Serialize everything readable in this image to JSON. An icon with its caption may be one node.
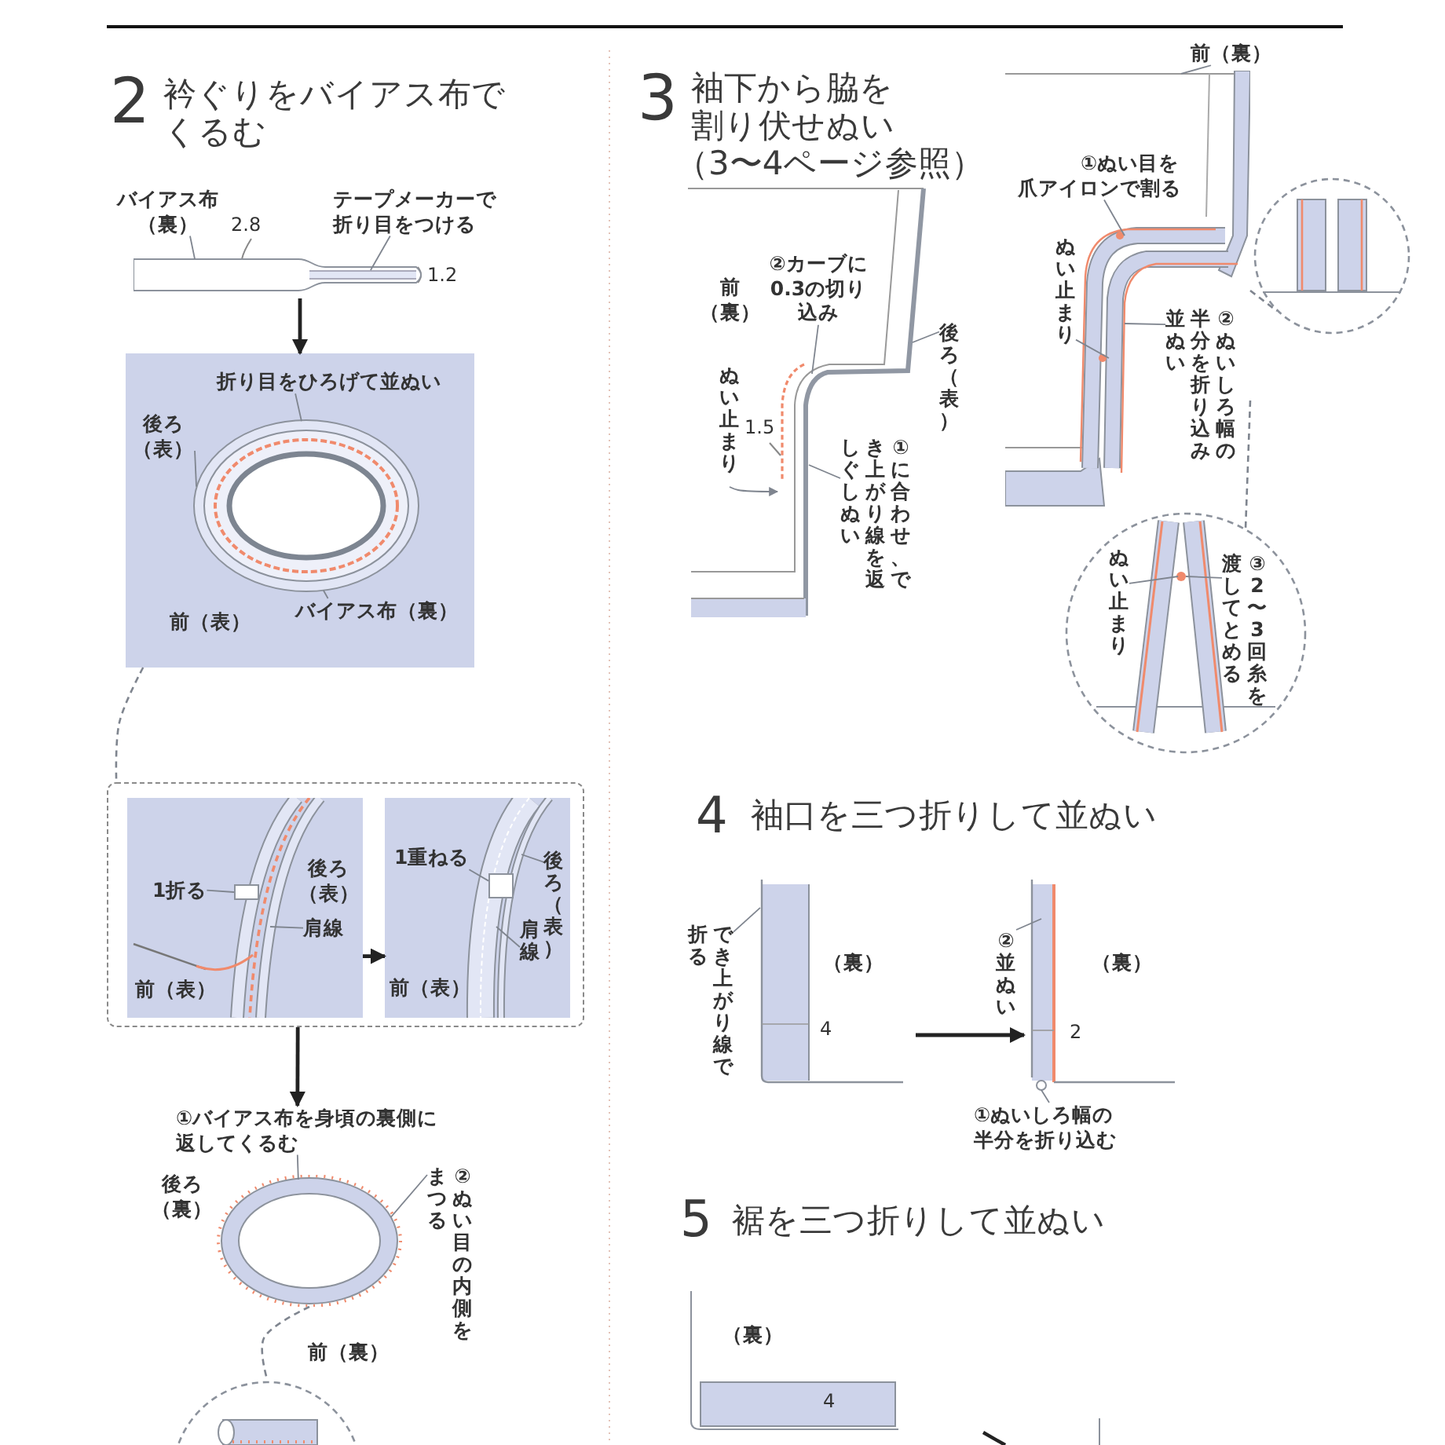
{
  "diagram": {
    "nodes": [
      {
        "text": [],
        "shape": "picture"
      },
      {
        "text": [
          "バイアス布（裏）"
        ]
      },
      {
        "text": [
          "テープメーカーで折り目をつける"
        ]
      },
      {
        "text": [],
        "shape": "picture"
      },
      {
        "text": [
          "折り目をひろげて並ぬい"
        ],
        "in": 3
      },
      {
        "text": [
          "後ろ（表）"
        ],
        "in": 3
      },
      {
        "text": [
          "バイアス布（裏）"
        ],
        "in": 3
      },
      {
        "text": [],
        "shape": "box"
      },
      {
        "text": [],
        "shape": "picture",
        "in": 7
      },
      {
        "text": [],
        "shape": "picture",
        "in": 7
      },
      {
        "text": [
          "1折る"
        ],
        "in": 8
      },
      {
        "text": [
          "肩線"
        ],
        "in": 8
      },
      {
        "text": [
          "1重ねる"
        ],
        "in": 9
      },
      {
        "text": [
          "後ろ（表）"
        ],
        "in": 9
      },
      {
        "text": [
          "肩線"
        ],
        "in": 9
      },
      {
        "text": [],
        "shape": "picture"
      },
      {
        "text": [
          "①バイアス布を身頃の裏側に返してくるむ"
        ]
      },
      {
        "text": [
          "②ぬい目の内側をまつる"
        ]
      },
      {
        "text": [],
        "shape": "circle"
      },
      {
        "text": [
          "②カーブに0.3の切り込み"
        ]
      },
      {
        "text": [
          "後ろ（表）"
        ]
      },
      {
        "text": [
          "ぬい止まり"
        ]
      },
      {
        "text": [
          "①に合わせ、でき上がり線を返しぐしぬい"
        ]
      },
      {
        "text": [],
        "shape": "picture"
      },
      {
        "text": [
          "前（裏）"
        ]
      },
      {
        "text": [
          "①ぬい目を爪アイロンで割る"
        ],
        "in": 23
      },
      {
        "text": [
          "ぬい止まり"
        ],
        "in": 23
      },
      {
        "text": [
          "②ぬいしろ幅の半分を折り込み並ぬい"
        ],
        "in": 23
      },
      {
        "text": [],
        "shape": "circle"
      },
      {
        "text": [],
        "shape": "circle"
      },
      {
        "text": [
          "ぬい止まり"
        ],
        "in": 29
      },
      {
        "text": [
          "③2〜3回糸を渡してとめる"
        ],
        "in": 29
      },
      {
        "text": [],
        "shape": "picture"
      },
      {
        "text": [],
        "shape": "picture"
      },
      {
        "text": [
          "でき上がり線で折る"
        ]
      },
      {
        "text": [
          "②並ぬい"
        ]
      },
      {
        "text": [
          "①ぬいしろ幅の半分を折り込む"
        ]
      },
      {
        "text": [],
        "shape": "picture",
        "in": 3
      },
      {
        "text": [],
        "shape": "box",
        "in": 9
      },
      {
        "text": [],
        "shape": "box",
        "in": 8
      }
    ],
    "edges": [
      {
        "from": 0,
        "to": 3,
        "arrow": "to",
        "style": "thick",
        "color": "#222222"
      },
      {
        "from": 1,
        "to": 0,
        "arrow": "none"
      },
      {
        "from": 2,
        "to": 0,
        "arrow": "none"
      },
      {
        "from": 4,
        "to": 37,
        "arrow": "none"
      },
      {
        "from": 5,
        "to": 37,
        "arrow": "none"
      },
      {
        "from": 6,
        "to": 37,
        "arrow": "none"
      },
      {
        "from": 3,
        "to": 7,
        "arrow": "none",
        "style": "dashed"
      },
      {
        "from": 8,
        "to": 9,
        "arrow": "to",
        "style": "thick",
        "color": "#222222"
      },
      {
        "from": 10,
        "to": 39,
        "arrow": "none"
      },
      {
        "from": 11,
        "to": null,
        "arrow": "none"
      },
      {
        "from": 12,
        "to": 38,
        "arrow": "none"
      },
      {
        "from": 13,
        "to": null,
        "arrow": "none"
      },
      {
        "from": 14,
        "to": null,
        "arrow": "none"
      },
      {
        "from": 7,
        "to": 16,
        "arrow": "to",
        "style": "thick",
        "color": "#222222"
      },
      {
        "from": 16,
        "to": 15,
        "arrow": "none"
      },
      {
        "from": 17,
        "to": 15,
        "arrow": "none"
      },
      {
        "from": 15,
        "to": 18,
        "arrow": "none",
        "style": "dashed"
      },
      {
        "from": 19,
        "to": null,
        "arrow": "none"
      },
      {
        "from": 20,
        "to": null,
        "arrow": "none"
      },
      {
        "from": 21,
        "to": null,
        "arrow": "to"
      },
      {
        "from": 22,
        "to": null,
        "arrow": "none"
      },
      {
        "from": 24,
        "to": 23,
        "arrow": "none"
      },
      {
        "from": 25,
        "to": null,
        "arrow": "none"
      },
      {
        "from": 26,
        "to": null,
        "arrow": "none"
      },
      {
        "from": 27,
        "to": null,
        "arrow": "none"
      },
      {
        "from": 23,
        "to": 28,
        "arrow": "none",
        "style": "dashed"
      },
      {
        "from": 23,
        "to": 29,
        "arrow": "none",
        "style": "dashed"
      },
      {
        "from": 30,
        "to": null,
        "arrow": "none"
      },
      {
        "from": 31,
        "to": null,
        "arrow": "none"
      },
      {
        "from": 32,
        "to": 33,
        "arrow": "to",
        "style": "thick",
        "color": "#222222"
      },
      {
        "from": 34,
        "to": 32,
        "arrow": "none"
      },
      {
        "from": 35,
        "to": 33,
        "arrow": "none"
      },
      {
        "from": 36,
        "to": 33,
        "arrow": "none"
      }
    ],
    "labels": [
      "2",
      "衿ぐりをバイアス布でくるむ",
      "2.8",
      "1.2",
      "前（表）",
      "後ろ（表）",
      "前（表）",
      "前（表）",
      "後ろ（裏）",
      "前（裏）",
      "3",
      "袖下から脇を割り伏せぬい",
      "（3〜4ページ参照）",
      "前（裏）",
      "1.5",
      "4",
      "袖口を三つ折りして並ぬい",
      "（裏）",
      "4",
      "（裏）",
      "2",
      "5",
      "裾を三つ折りして並ぬい",
      "（裏）",
      "4"
    ]
  }
}
